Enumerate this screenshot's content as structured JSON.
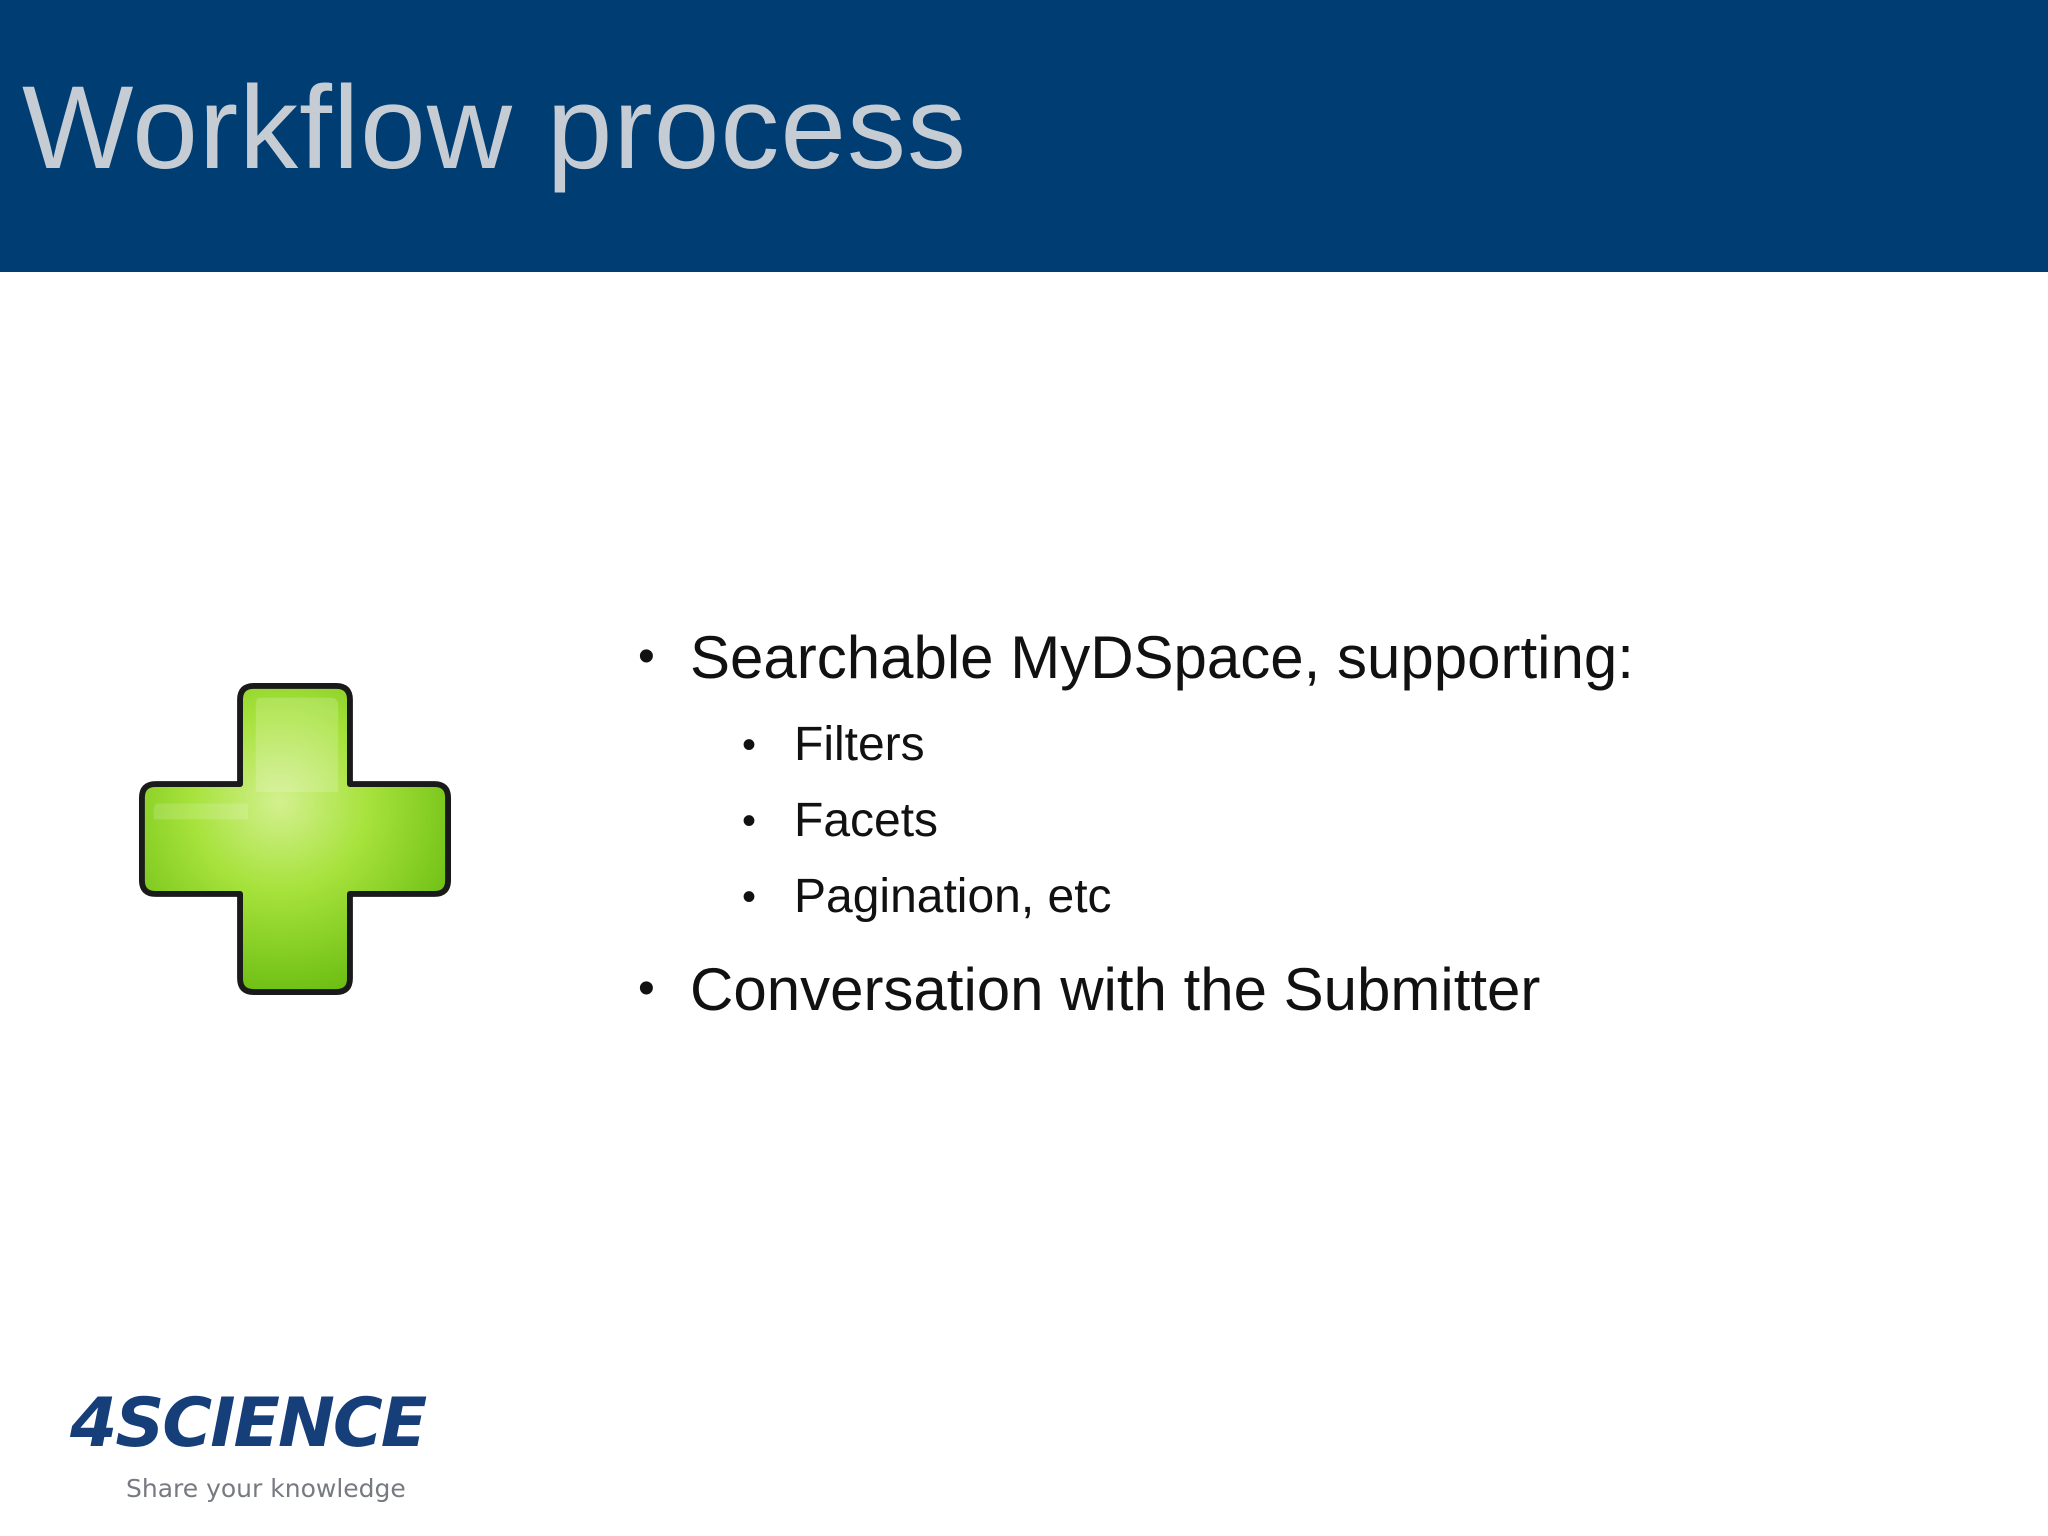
{
  "slide": {
    "title": "Workflow process",
    "bullets": [
      {
        "text": "Searchable MyDSpace, supporting:",
        "sub": [
          "Filters",
          "Facets",
          "Pagination, etc"
        ]
      },
      {
        "text": "Conversation with the Submitter"
      }
    ],
    "bullet_glyph": "•",
    "icon": "green-plus-icon",
    "logo": {
      "text": "4SCIENCE",
      "tagline": "Share your knowledge"
    },
    "colors": {
      "header_band": "#003d72",
      "title_text": "#c6ccd4",
      "plus_fill": "#8fd12a",
      "plus_outline": "#1a1a1a",
      "logo_text": "#163e79",
      "tagline_text": "#777a80"
    }
  }
}
